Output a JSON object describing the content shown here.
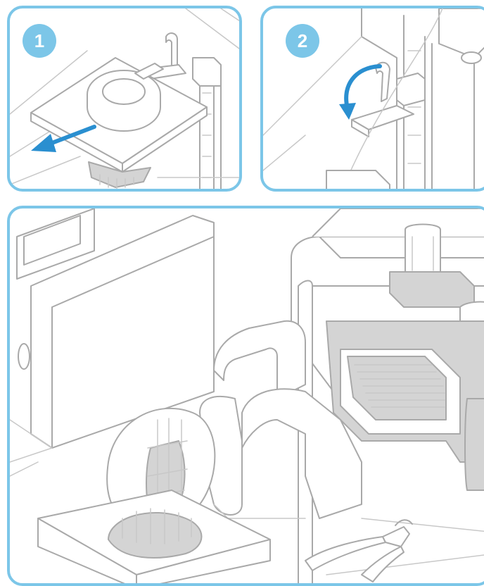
{
  "steps": [
    {
      "number": "1"
    },
    {
      "number": "2"
    }
  ],
  "colors": {
    "panel_border": "#7cc6e8",
    "badge_fill": "#7cc6e8",
    "arrow": "#2a8fd0",
    "line_art": "#a9a9a9",
    "shadow_fill": "#d4d4d4"
  },
  "icons": [
    "remove-build-platform-arrow",
    "rotate-lever-arrow",
    "flush-cutter-icon"
  ]
}
